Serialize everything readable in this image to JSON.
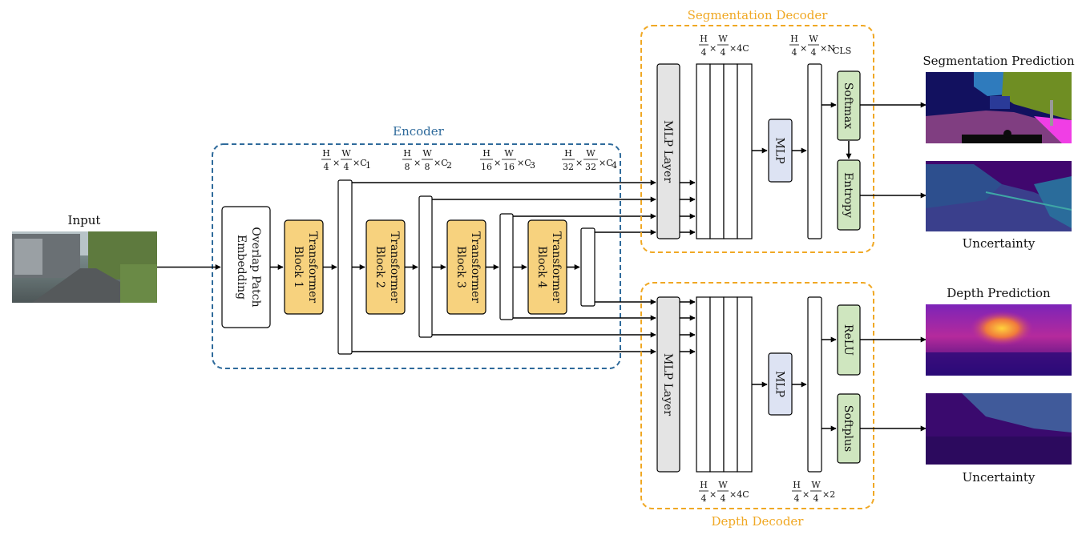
{
  "input": {
    "label": "Input"
  },
  "encoder": {
    "title": "Encoder",
    "patch_embedding": {
      "line1": "Overlap Patch",
      "line2": "Embedding"
    },
    "blocks": [
      {
        "line1": "Transformer",
        "line2": "Block 1"
      },
      {
        "line1": "Transformer",
        "line2": "Block 2"
      },
      {
        "line1": "Transformer",
        "line2": "Block 3"
      },
      {
        "line1": "Transformer",
        "line2": "Block 4"
      }
    ],
    "dims": [
      {
        "num1": "H",
        "den1": "4",
        "times": "×",
        "num2": "W",
        "den2": "4",
        "suffix": "×C",
        "sub": "1"
      },
      {
        "num1": "H",
        "den1": "8",
        "times": "×",
        "num2": "W",
        "den2": "8",
        "suffix": "×C",
        "sub": "2"
      },
      {
        "num1": "H",
        "den1": "16",
        "times": "×",
        "num2": "W",
        "den2": "16",
        "suffix": "×C",
        "sub": "3"
      },
      {
        "num1": "H",
        "den1": "32",
        "times": "×",
        "num2": "W",
        "den2": "32",
        "suffix": "×C",
        "sub": "4"
      }
    ]
  },
  "seg_decoder": {
    "title": "Segmentation Decoder",
    "mlp_layer": "MLP Layer",
    "mlp": "MLP",
    "softmax": "Softmax",
    "entropy": "Entropy",
    "dim_concat": {
      "num1": "H",
      "den1": "4",
      "times": "×",
      "num2": "W",
      "den2": "4",
      "suffix": "×4C",
      "sub": ""
    },
    "dim_out": {
      "num1": "H",
      "den1": "4",
      "times": "×",
      "num2": "W",
      "den2": "4",
      "suffix": "×N",
      "sub": "CLS"
    }
  },
  "depth_decoder": {
    "title": "Depth Decoder",
    "mlp_layer": "MLP Layer",
    "mlp": "MLP",
    "relu": "ReLU",
    "softplus": "Softplus",
    "dim_concat": {
      "num1": "H",
      "den1": "4",
      "times": "×",
      "num2": "W",
      "den2": "4",
      "suffix": "×4C",
      "sub": ""
    },
    "dim_out": {
      "num1": "H",
      "den1": "4",
      "times": "×",
      "num2": "W",
      "den2": "4",
      "suffix": "×2",
      "sub": ""
    }
  },
  "outputs": {
    "seg_prediction": "Segmentation Prediction",
    "seg_uncertainty": "Uncertainty",
    "depth_prediction": "Depth Prediction",
    "depth_uncertainty": "Uncertainty"
  },
  "colors": {
    "encoder_border": "#2e6a9b",
    "encoder_title": "#2e6a9b",
    "decoder_border": "#f0a824",
    "decoder_title": "#f0a824",
    "transformer_fill": "#f7d27e",
    "mlp_fill": "#dde3f3",
    "head_fill": "#cfe6bf",
    "mlp_layer_fill": "#e4e4e4"
  }
}
